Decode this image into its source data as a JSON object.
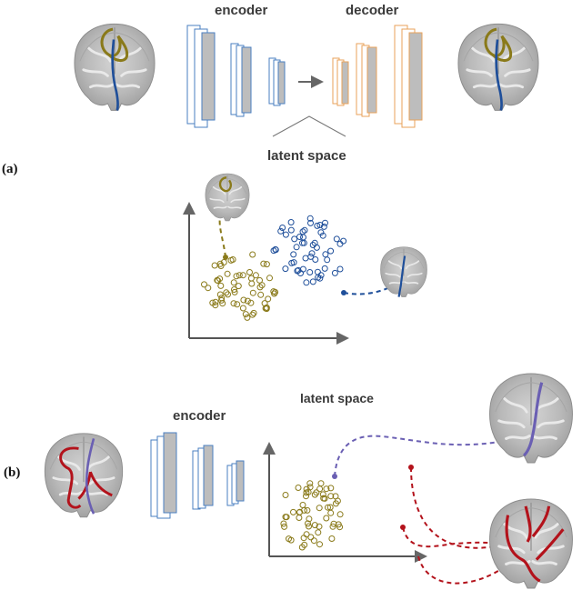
{
  "labels": {
    "encoder_top": "encoder",
    "decoder_top": "decoder",
    "latent_top": "latent space",
    "panel_a": "(a)",
    "panel_b": "(b)",
    "latent_b": "latent space",
    "encoder_b": "encoder"
  },
  "colors": {
    "encoder_layer": "#4a7fc1",
    "decoder_layer": "#e8a25a",
    "olive_tract": "#8a7a1a",
    "blue_tract": "#1f4f9a",
    "red_tract": "#b3121b",
    "purple_tract": "#6a5fb3",
    "axis": "#555555"
  },
  "icons": {
    "brain": "brain-mri-icon",
    "arrow": "arrow-right-icon"
  }
}
